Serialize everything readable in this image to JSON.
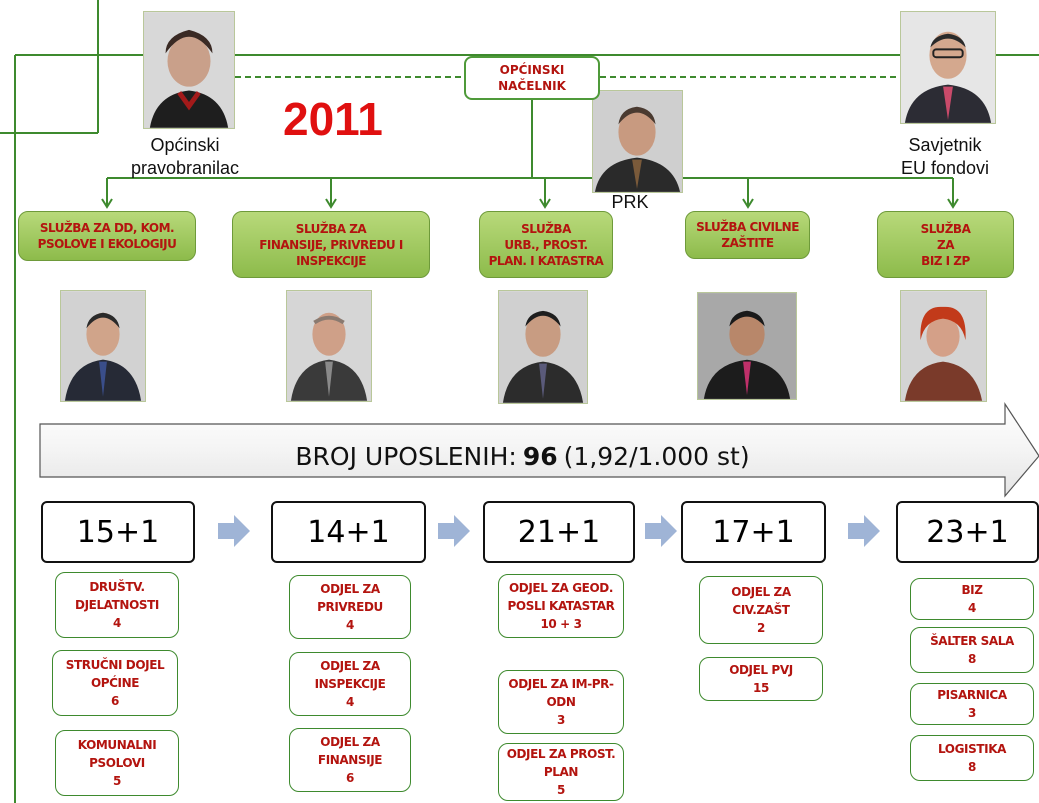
{
  "year": "2011",
  "top": {
    "mayor_label": "OPĆINSKI\nNAČELNIK",
    "people": [
      {
        "caption": "Općinski\npravobranilac"
      },
      {
        "caption": "PRK"
      },
      {
        "caption": "Savjetnik\nEU fondovi"
      }
    ]
  },
  "departments": [
    {
      "label": "SLUŽBA ZA DD, KOM.\nPSOLOVE I EKOLOGIJU"
    },
    {
      "label": "SLUŽBA ZA\nFINANSIJE, PRIVREDU I\nINSPEKCIJE"
    },
    {
      "label": "SLUŽBA\nURB., PROST.\nPLAN. I KATASTRA"
    },
    {
      "label": "SLUŽBA CIVILNE\nZAŠTITE"
    },
    {
      "label": "SLUŽBA\nZA\nBIZ I ZP"
    }
  ],
  "banner": {
    "prefix": "BROJ UPOSLENIH:",
    "value": "96",
    "suffix": "(1,92/1.000 st)"
  },
  "counts": [
    "15+1",
    "14+1",
    "21+1",
    "17+1",
    "23+1"
  ],
  "units": [
    [
      "DRUŠTV.\nDJELATNOSTI\n4",
      "STRUČNI DOJEL\nOPĆINE\n6",
      "KOMUNALNI\nPSOLOVI\n5"
    ],
    [
      "ODJEL ZA\nPRIVREDU\n4",
      "ODJEL ZA\nINSPEKCIJE\n4",
      "ODJEL ZA\nFINANSIJE\n6"
    ],
    [
      "ODJEL ZA GEOD.\nPOSLI KATASTAR\n10 + 3",
      "ODJEL ZA IM-PR-\nODN\n3",
      "ODJEL ZA PROST.\nPLAN\n5"
    ],
    [
      "ODJEL ZA\nCIV.ZAŠT\n2",
      "ODJEL PVJ\n15"
    ],
    [
      "BIZ\n4",
      "ŠALTER SALA\n8",
      "PISARNICA\n3",
      "LOGISTIKA\n8"
    ]
  ],
  "colors": {
    "accent": "#e01010",
    "dept_fill": "#9bc45a",
    "line": "#3e8a2e",
    "dept_text": "#b3140f"
  }
}
